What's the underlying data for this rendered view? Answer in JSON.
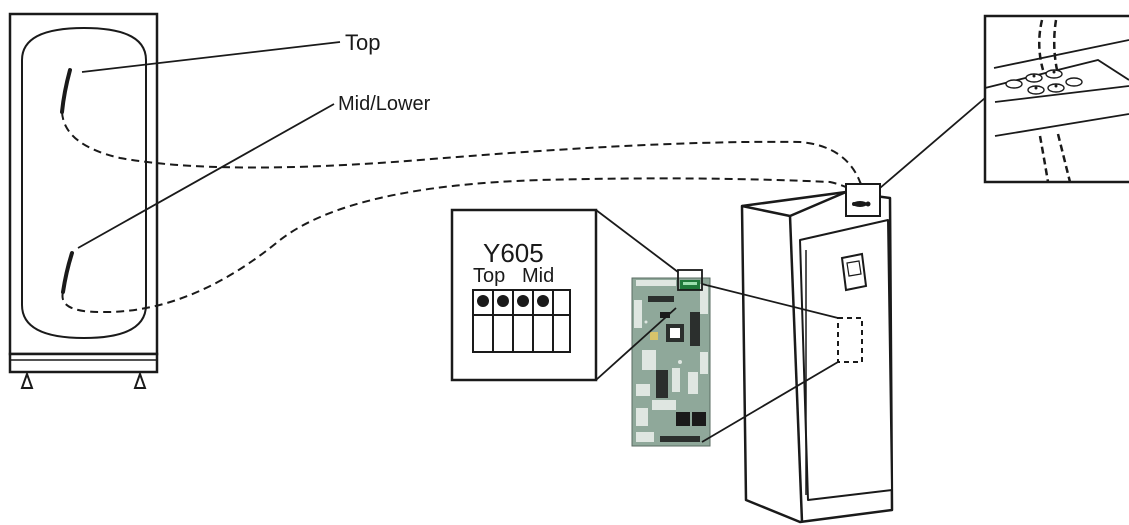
{
  "labels": {
    "top_sensor": "Top",
    "mid_lower_sensor": "Mid/Lower",
    "board_code": "Y605",
    "terminal_top": "Top",
    "terminal_mid": "Mid"
  },
  "colors": {
    "line": "#1a1a1a",
    "background": "#ffffff",
    "board_green": "#8fa89a",
    "board_dark": "#2b2f2d"
  }
}
